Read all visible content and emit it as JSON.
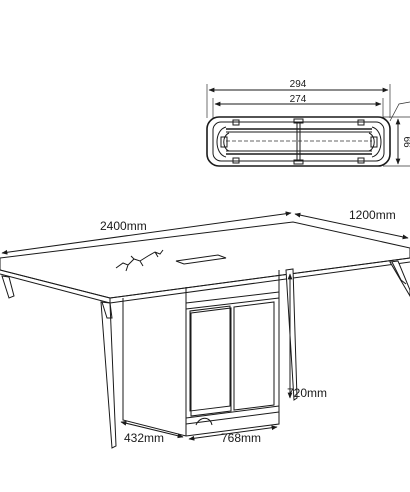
{
  "section": {
    "outer_width": "294",
    "inner_width": "274",
    "height": "66"
  },
  "table": {
    "length": "2400mm",
    "depth": "1200mm",
    "height": "720mm",
    "cabinet_depth": "432mm",
    "cabinet_width": "768mm"
  },
  "colors": {
    "line": "#1a1a1a",
    "background": "#ffffff"
  }
}
